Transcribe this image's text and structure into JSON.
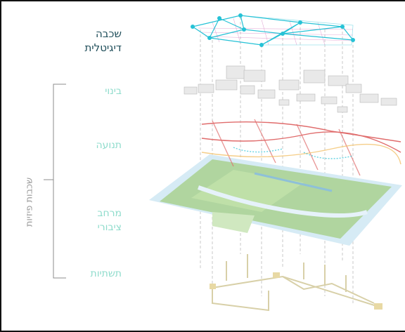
{
  "digital_layer": [
    "שכבה",
    "דיגיטלית"
  ],
  "physical_layers": {
    "buildings": "בינוי",
    "traffic": "תנועה",
    "public_space": [
      "מרחב",
      "ציבורי"
    ],
    "infrastructure": "תשתיות"
  },
  "group_label": "שכבות פיזיות",
  "colors": {
    "digital_text": "#1f4e5a",
    "layer_text": "#8fdccc",
    "network": "#26c2d6",
    "bracket": "#8c8c8c",
    "traffic_lines": "#e06c6c",
    "water": "#cfe6f2",
    "green": "#9fcf8a"
  }
}
